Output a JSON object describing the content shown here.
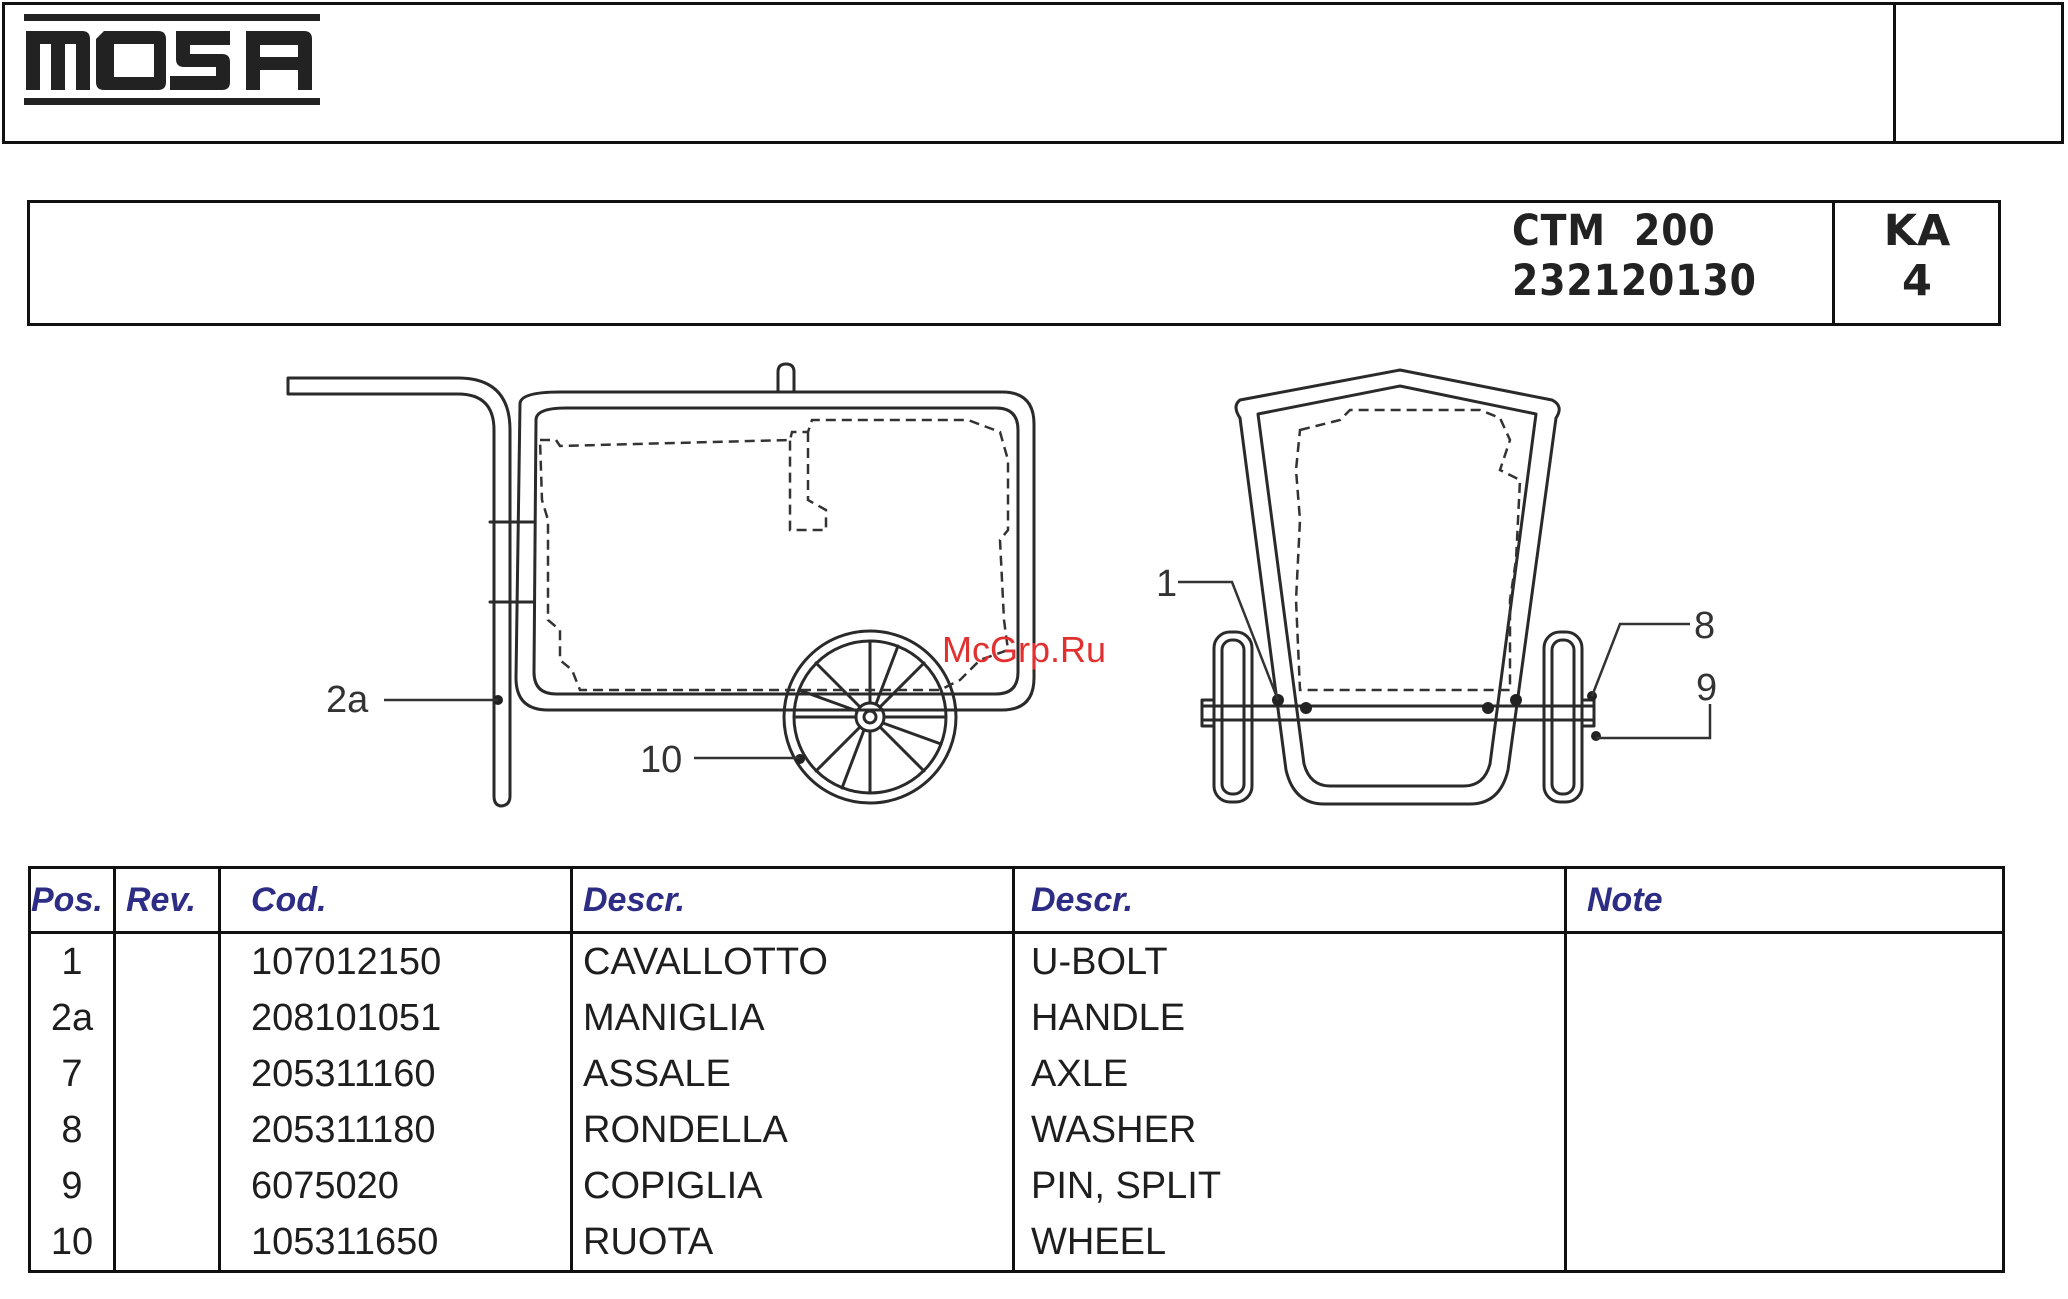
{
  "brand": {
    "logo_text": "MOSA"
  },
  "title_block": {
    "model": "CTM  200",
    "code": "232120130",
    "sheet_code": "KA",
    "sheet_number": "4"
  },
  "watermark": "McGrp.Ru",
  "drawing": {
    "callouts": [
      "2a",
      "10",
      "1",
      "8",
      "9"
    ]
  },
  "table": {
    "headers": {
      "pos": "Pos.",
      "rev": "Rev.",
      "cod": "Cod.",
      "descr_it": "Descr.",
      "descr_en": "Descr.",
      "note": "Note"
    },
    "rows": [
      {
        "pos": "1",
        "rev": "",
        "cod": "107012150",
        "descr_it": "CAVALLOTTO",
        "descr_en": "U-BOLT",
        "note": ""
      },
      {
        "pos": "2a",
        "rev": "",
        "cod": "208101051",
        "descr_it": "MANIGLIA",
        "descr_en": "HANDLE",
        "note": ""
      },
      {
        "pos": "7",
        "rev": "",
        "cod": "205311160",
        "descr_it": "ASSALE",
        "descr_en": "AXLE",
        "note": ""
      },
      {
        "pos": "8",
        "rev": "",
        "cod": "205311180",
        "descr_it": "RONDELLA",
        "descr_en": "WASHER",
        "note": ""
      },
      {
        "pos": "9",
        "rev": "",
        "cod": "6075020",
        "descr_it": "COPIGLIA",
        "descr_en": "PIN, SPLIT",
        "note": ""
      },
      {
        "pos": "10",
        "rev": "",
        "cod": "105311650",
        "descr_it": "RUOTA",
        "descr_en": "WHEEL",
        "note": ""
      }
    ]
  }
}
